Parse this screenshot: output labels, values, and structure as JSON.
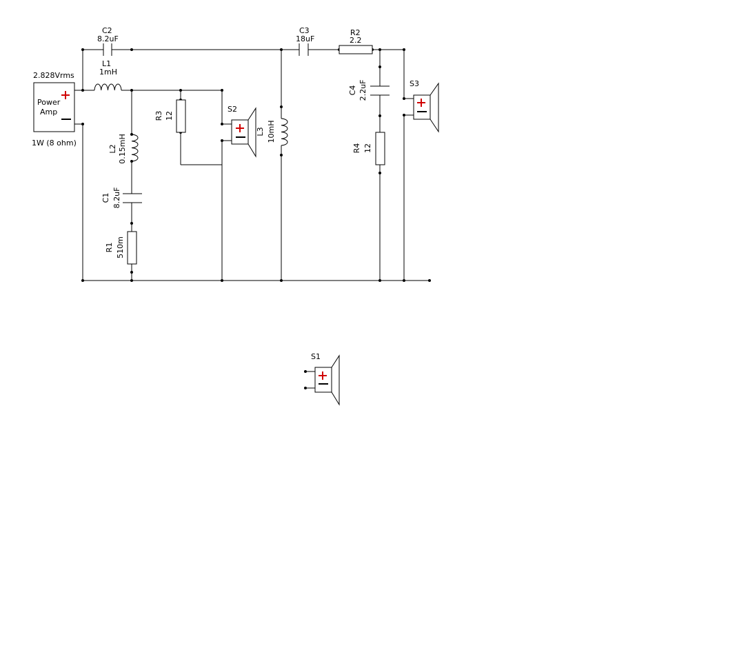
{
  "amplifier": {
    "voltage": "2.828Vrms",
    "name_line1": "Power",
    "name_line2": "Amp",
    "power": "1W (8 ohm)"
  },
  "components": {
    "C1": {
      "ref": "C1",
      "value": "8.2uF"
    },
    "C2": {
      "ref": "C2",
      "value": "8.2uF"
    },
    "C3": {
      "ref": "C3",
      "value": "18uF"
    },
    "C4": {
      "ref": "C4",
      "value": "2.2uF"
    },
    "L1": {
      "ref": "L1",
      "value": "1mH"
    },
    "L2": {
      "ref": "L2",
      "value": "0.15mH"
    },
    "L3": {
      "ref": "L3",
      "value": "10mH"
    },
    "R1": {
      "ref": "R1",
      "value": "510m"
    },
    "R2": {
      "ref": "R2",
      "value": "2.2"
    },
    "R3": {
      "ref": "R3",
      "value": "12"
    },
    "R4": {
      "ref": "R4",
      "value": "12"
    },
    "S1": {
      "ref": "S1"
    },
    "S2": {
      "ref": "S2"
    },
    "S3": {
      "ref": "S3"
    }
  },
  "colors": {
    "wire": "#000000",
    "plus_sign": "#d00000",
    "background": "#ffffff"
  }
}
